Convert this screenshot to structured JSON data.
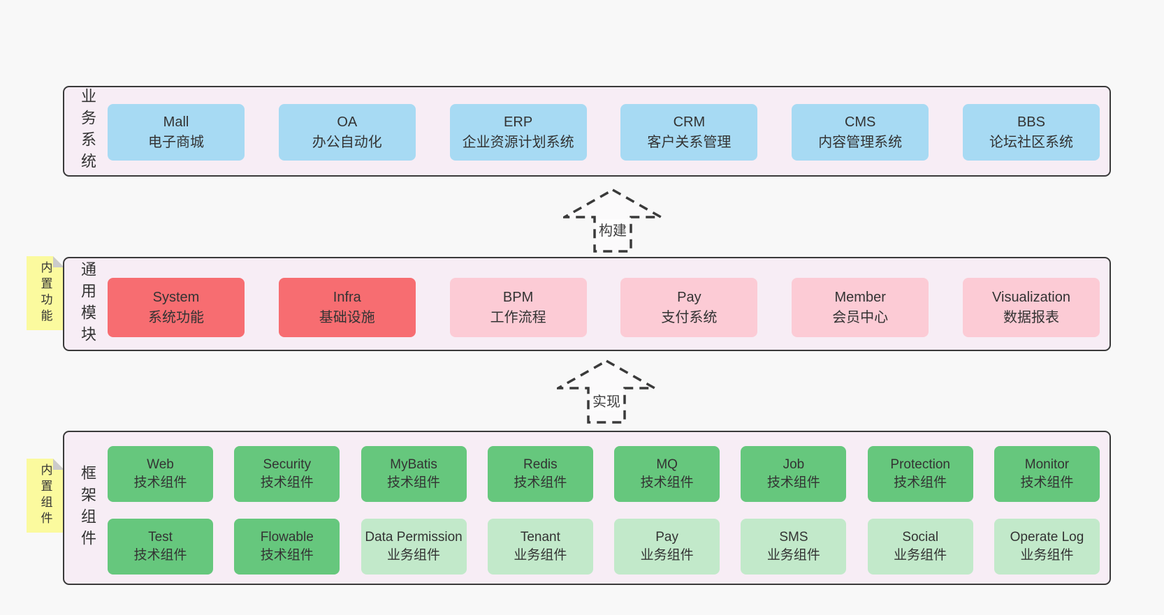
{
  "palette": {
    "page_bg": "#f8f8f8",
    "layer_bg": "#f7edf5",
    "layer_border": "#3a3a3a",
    "blue": "#a7daf3",
    "red": "#f76d71",
    "pink": "#fccbd5",
    "green": "#66c77d",
    "green_light": "#c2e9ca",
    "note_yellow": "#fbfa9e",
    "note_fold": "#cbcbcb",
    "text": "#333333"
  },
  "arrows": [
    {
      "label": "构建"
    },
    {
      "label": "实现"
    }
  ],
  "layers": [
    {
      "label": "业务系统",
      "rows": [
        [
          {
            "title": "Mall",
            "subtitle": "电子商城"
          },
          {
            "title": "OA",
            "subtitle": "办公自动化"
          },
          {
            "title": "ERP",
            "subtitle": "企业资源计划系统"
          },
          {
            "title": "CRM",
            "subtitle": "客户关系管理"
          },
          {
            "title": "CMS",
            "subtitle": "内容管理系统"
          },
          {
            "title": "BBS",
            "subtitle": "论坛社区系统"
          }
        ]
      ]
    },
    {
      "label": "通用模块",
      "note": "内置功能",
      "rows": [
        [
          {
            "title": "System",
            "subtitle": "系统功能"
          },
          {
            "title": "Infra",
            "subtitle": "基础设施"
          },
          {
            "title": "BPM",
            "subtitle": "工作流程"
          },
          {
            "title": "Pay",
            "subtitle": "支付系统"
          },
          {
            "title": "Member",
            "subtitle": "会员中心"
          },
          {
            "title": "Visualization",
            "subtitle": "数据报表"
          }
        ]
      ]
    },
    {
      "label": "框架组件",
      "note": "内置组件",
      "rows": [
        [
          {
            "title": "Web",
            "subtitle": "技术组件"
          },
          {
            "title": "Security",
            "subtitle": "技术组件"
          },
          {
            "title": "MyBatis",
            "subtitle": "技术组件"
          },
          {
            "title": "Redis",
            "subtitle": "技术组件"
          },
          {
            "title": "MQ",
            "subtitle": "技术组件"
          },
          {
            "title": "Job",
            "subtitle": "技术组件"
          },
          {
            "title": "Protection",
            "subtitle": "技术组件"
          },
          {
            "title": "Monitor",
            "subtitle": "技术组件"
          }
        ],
        [
          {
            "title": "Test",
            "subtitle": "技术组件"
          },
          {
            "title": "Flowable",
            "subtitle": "技术组件"
          },
          {
            "title": "Data Permission",
            "subtitle": "业务组件"
          },
          {
            "title": "Tenant",
            "subtitle": "业务组件"
          },
          {
            "title": "Pay",
            "subtitle": "业务组件"
          },
          {
            "title": "SMS",
            "subtitle": "业务组件"
          },
          {
            "title": "Social",
            "subtitle": "业务组件"
          },
          {
            "title": "Operate Log",
            "subtitle": "业务组件"
          }
        ]
      ]
    }
  ]
}
